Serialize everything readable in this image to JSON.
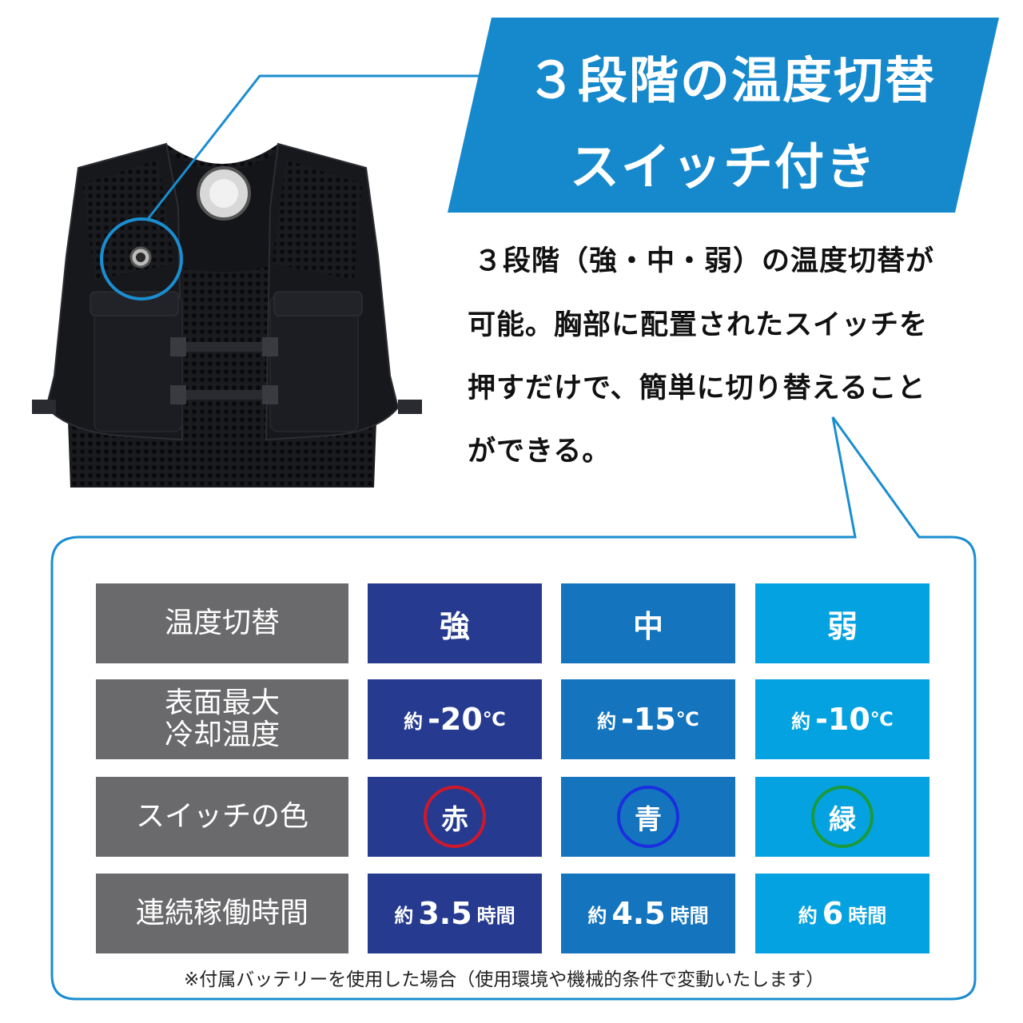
{
  "banner": {
    "line1": "３段階の温度切替",
    "line2": "スイッチ付き",
    "color": "#1689cd"
  },
  "description": {
    "lines": [
      "３段階（強・中・弱）の温度切替が",
      "可能。胸部に配置されたスイッチを",
      "押すだけで、簡単に切り替えること",
      "ができる。"
    ]
  },
  "table": {
    "rows": [
      {
        "header": "温度切替",
        "cells": [
          "強",
          "中",
          "弱"
        ]
      },
      {
        "header_lines": [
          "表面最大",
          "冷却温度"
        ],
        "cells": [
          {
            "prefix": "約",
            "value": "-20",
            "unit": "℃"
          },
          {
            "prefix": "約",
            "value": "-15",
            "unit": "℃"
          },
          {
            "prefix": "約",
            "value": "-10",
            "unit": "℃"
          }
        ]
      },
      {
        "header": "スイッチの色",
        "cells": [
          {
            "label": "赤",
            "ring_color": "#d0182a"
          },
          {
            "label": "青",
            "ring_color": "#1a2ee0"
          },
          {
            "label": "緑",
            "ring_color": "#1a9a3a"
          }
        ]
      },
      {
        "header": "連続稼働時間",
        "cells": [
          {
            "prefix": "約",
            "value": "3.5",
            "unit": "時間"
          },
          {
            "prefix": "約",
            "value": "4.5",
            "unit": "時間"
          },
          {
            "prefix": "約",
            "value": "6",
            "unit": "時間"
          }
        ]
      }
    ],
    "colors": {
      "header": "#6a6a6c",
      "strong": "#263b8f",
      "medium": "#1474bd",
      "weak": "#04a2e0"
    }
  },
  "footnote": "※付属バッテリーを使用した場合（使用環境や機械的条件で変動いたします）",
  "icons": {
    "vest": "cooling-vest-image",
    "switch_highlight": "switch-highlight-circle"
  }
}
